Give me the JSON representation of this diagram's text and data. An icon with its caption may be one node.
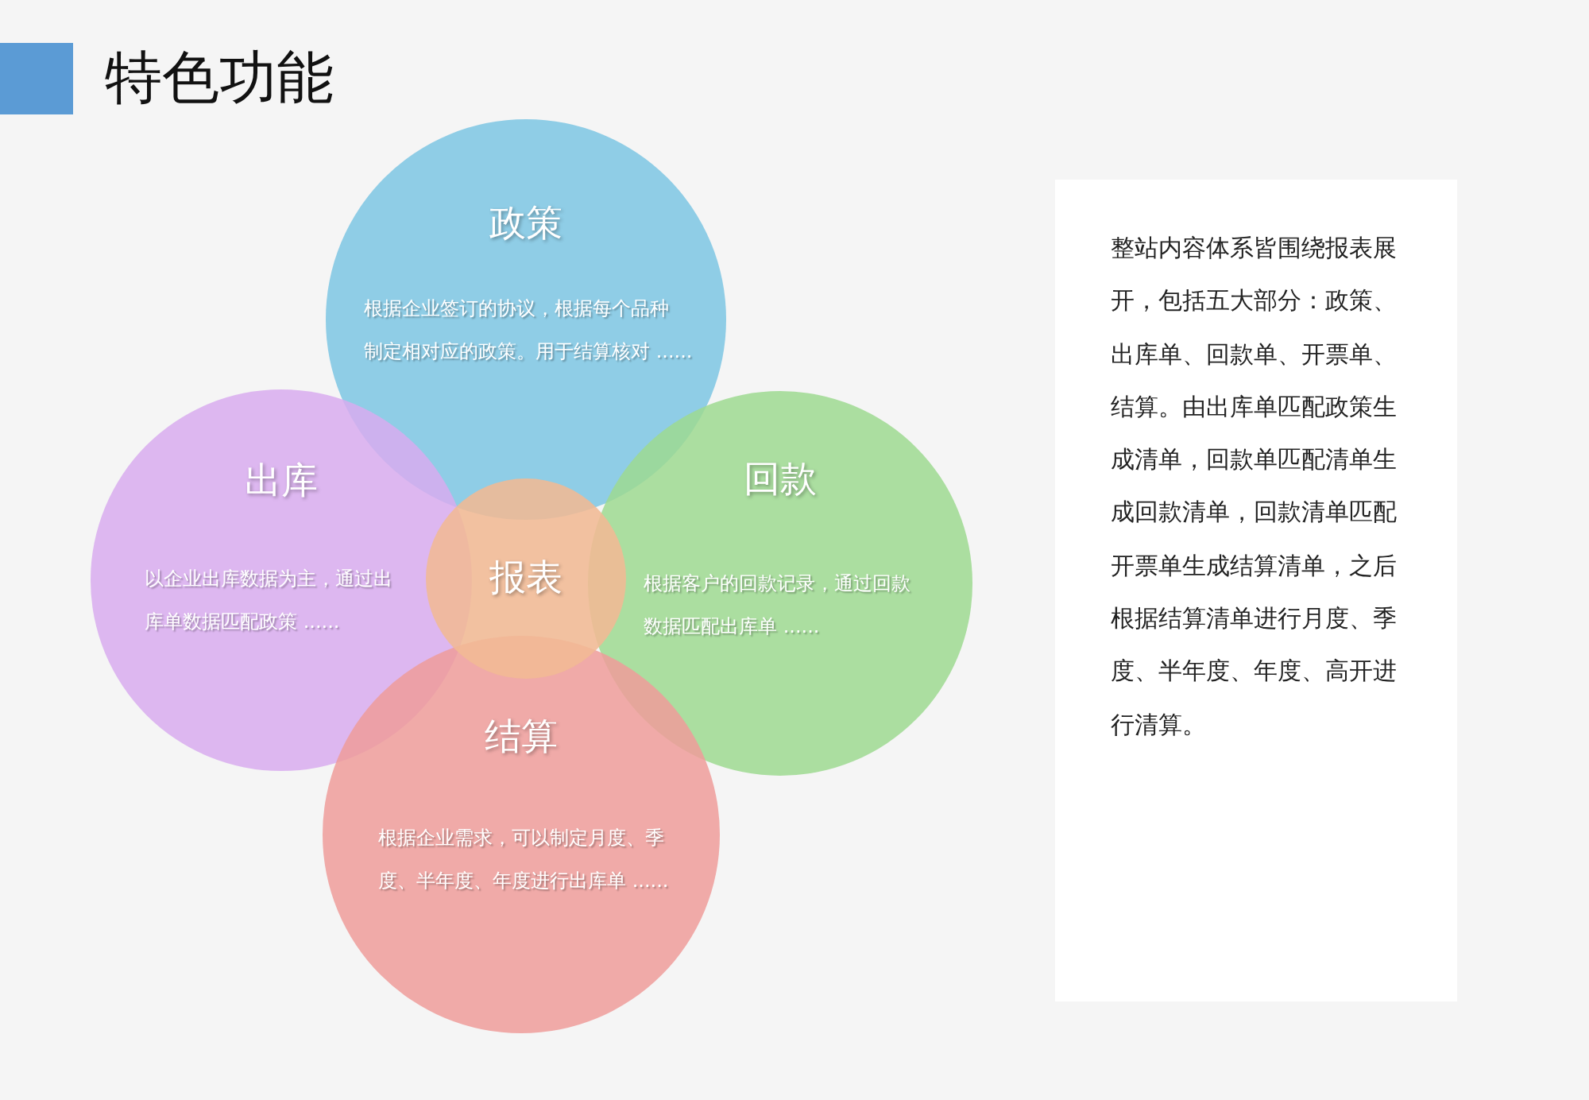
{
  "diagram": {
    "title": "特色功能",
    "nodes": [
      {
        "text": [
          "政策",
          "根据企业签订的协议，根据每个品种制定相对应的政策。用于结算核对 ......"
        ]
      },
      {
        "text": [
          "出库",
          "以企业出库数据为主，通过出库单数据匹配政策 ......"
        ]
      },
      {
        "text": [
          "报表"
        ]
      },
      {
        "text": [
          "回款",
          "根据客户的回款记录，通过回款数据匹配出库单 ......"
        ]
      },
      {
        "text": [
          "结算",
          "根据企业需求，可以制定月度、季度、半年度、年度进行出库单 ......"
        ]
      },
      {
        "text": [
          "整站内容体系皆围绕报表展开，包括五大部分：政策、出库单、回款单、开票单、结算。由出库单匹配政策生成清单，回款单匹配清单生成回款清单，回款清单匹配开票单生成结算清单，之后根据结算清单进行月度、季度、半年度、年度、高开进行清算。"
        ]
      }
    ]
  }
}
